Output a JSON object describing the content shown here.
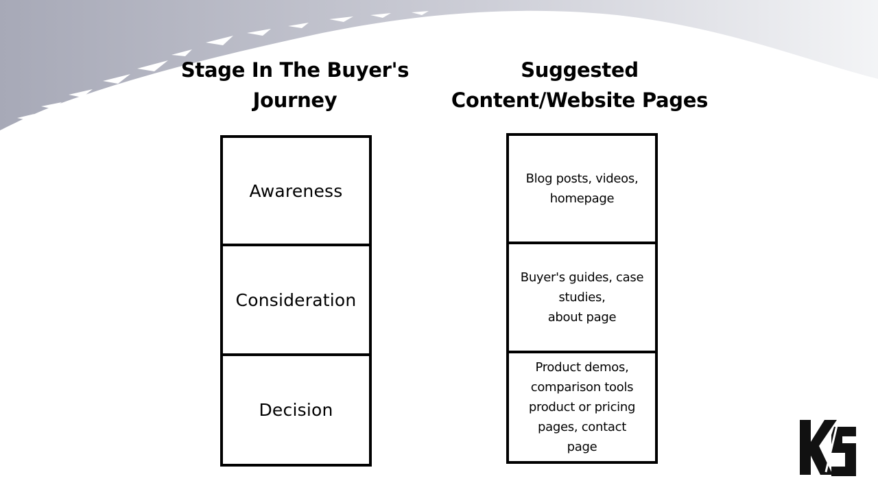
{
  "headers": {
    "left": "Stage In The Buyer's\nJourney",
    "right": "Suggested\nContent/Website Pages"
  },
  "stages": [
    {
      "label": "Awareness",
      "content": "Blog posts, videos,\nhomepage"
    },
    {
      "label": "Consideration",
      "content": "Buyer's guides, case\nstudies,\nabout page"
    },
    {
      "label": "Decision",
      "content": "Product demos,\ncomparison tools\nproduct or pricing\npages, contact\npage"
    }
  ],
  "logo": {
    "text": "KS",
    "icon": "ks-logo-icon"
  },
  "colors": {
    "swoosh_dark": "#a7a9b7",
    "swoosh_light": "#eceef2",
    "border": "#000000",
    "text": "#000000"
  }
}
